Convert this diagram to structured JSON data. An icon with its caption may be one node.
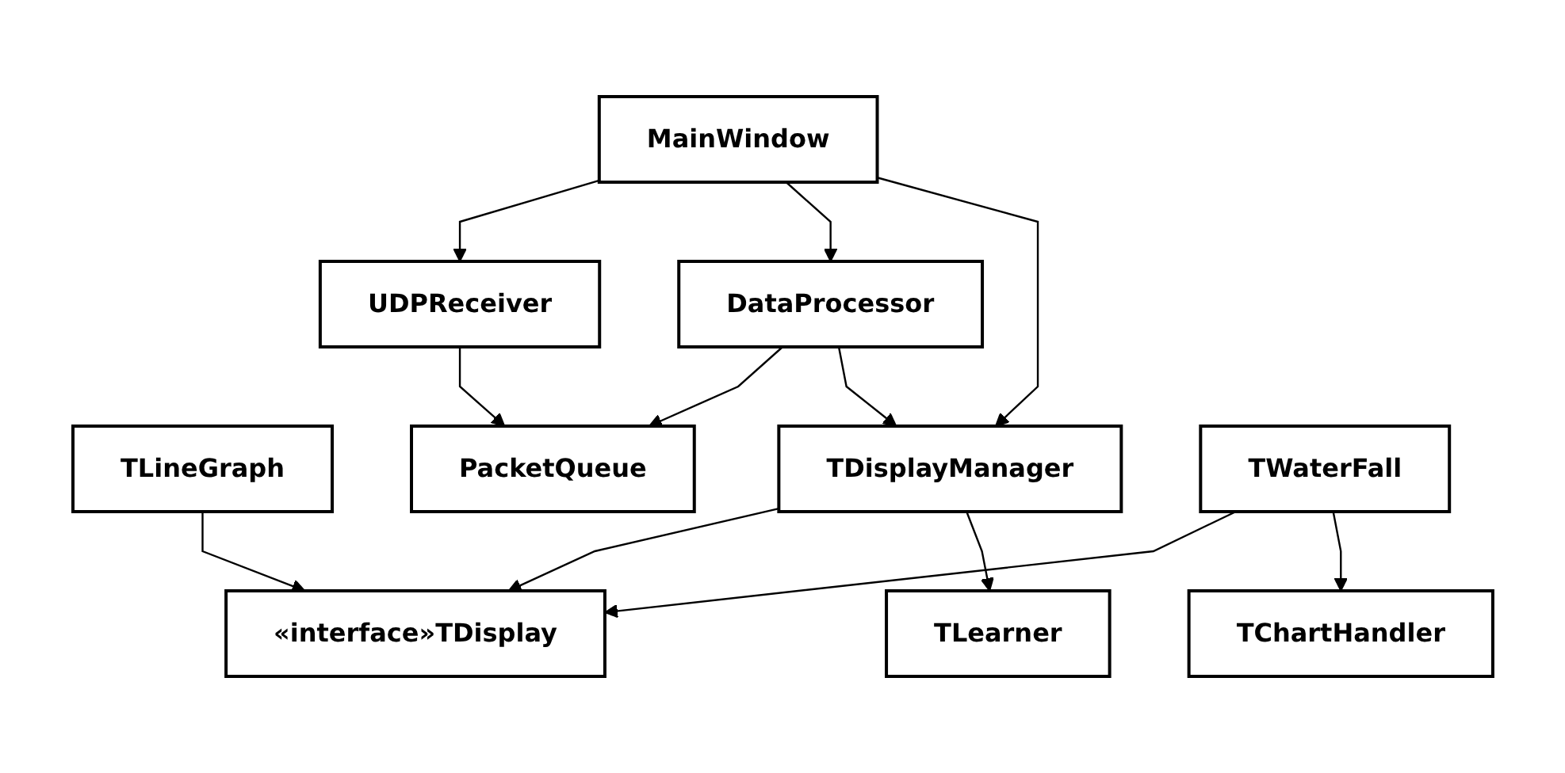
{
  "diagram": {
    "nodes": [
      {
        "text": [
          "UDPReceiver"
        ]
      },
      {
        "text": [
          "MainWindow"
        ]
      },
      {
        "text": [
          "«interface»TDisplay"
        ]
      },
      {
        "text": [
          "TLineGraph"
        ]
      },
      {
        "text": [
          "PacketQueue"
        ]
      },
      {
        "text": [
          "DataProcessor"
        ]
      },
      {
        "text": [
          "TDisplayManager"
        ]
      },
      {
        "text": [
          "TWaterFall"
        ]
      },
      {
        "text": [
          "TLearner"
        ]
      },
      {
        "text": [
          "TChartHandler"
        ]
      }
    ],
    "edges": [
      {
        "from": 1,
        "to": 0,
        "arrow": "to"
      },
      {
        "from": 0,
        "to": 4,
        "arrow": "to"
      },
      {
        "from": 1,
        "to": 5,
        "arrow": "to"
      },
      {
        "from": 1,
        "to": 6,
        "arrow": "to"
      },
      {
        "from": 5,
        "to": 4,
        "arrow": "to"
      },
      {
        "from": 5,
        "to": 6,
        "arrow": "to"
      },
      {
        "from": 6,
        "to": 2,
        "arrow": "to"
      },
      {
        "from": 3,
        "to": 2,
        "arrow": "to"
      },
      {
        "from": 7,
        "to": 2,
        "arrow": "to"
      },
      {
        "from": 6,
        "to": 8,
        "arrow": "to"
      },
      {
        "from": 7,
        "to": 9,
        "arrow": "to"
      }
    ]
  }
}
